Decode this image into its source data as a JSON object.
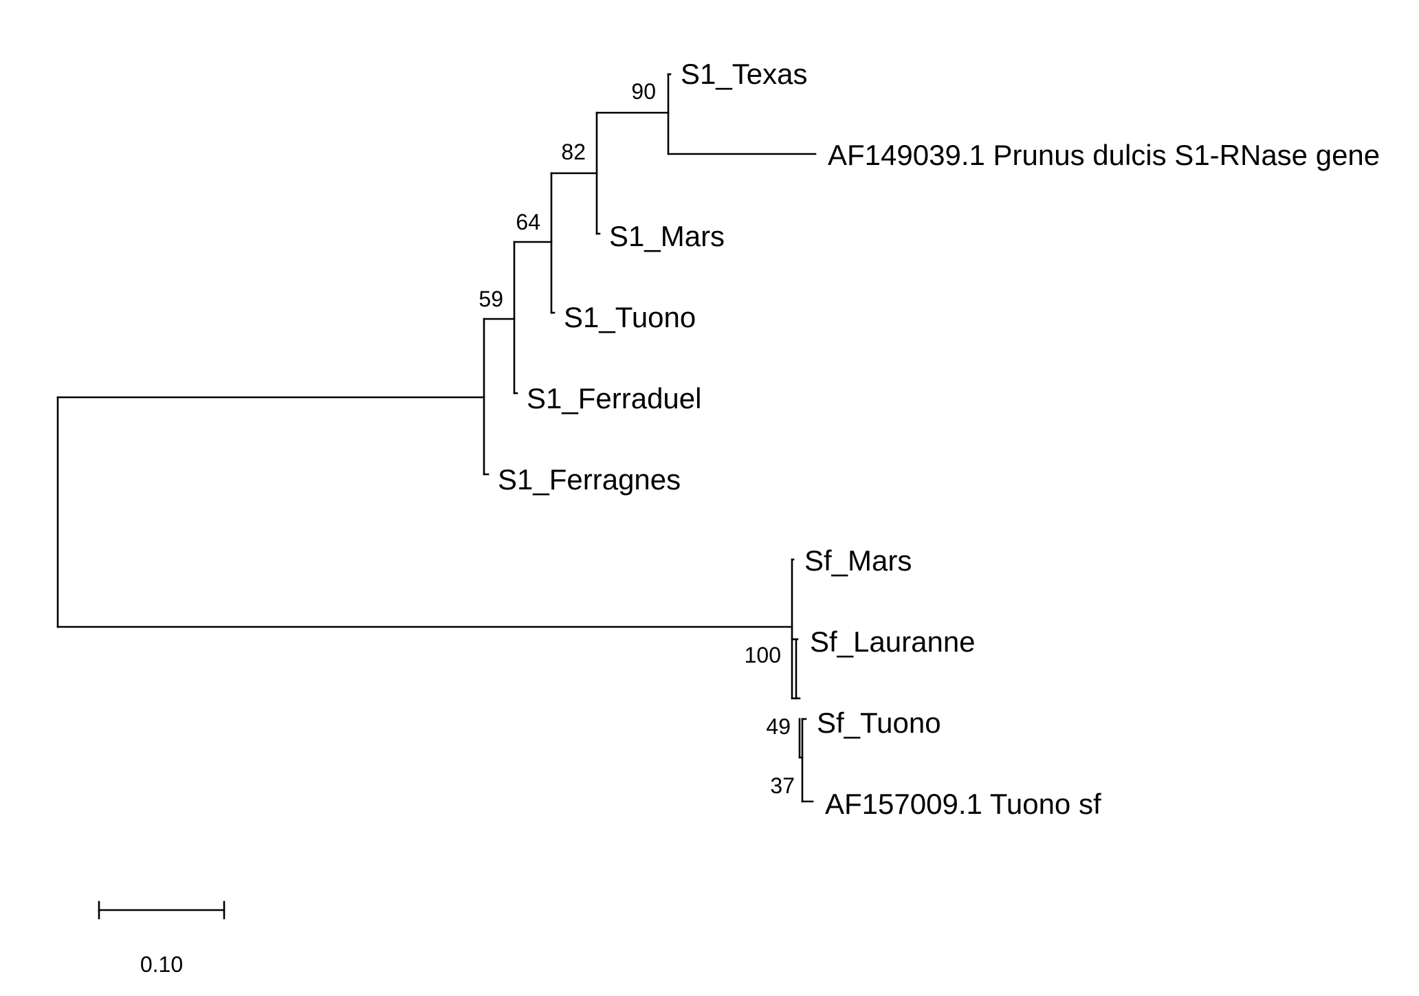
{
  "tree": {
    "type": "phylogenetic-tree",
    "leaves": [
      {
        "id": "s1_texas",
        "label": "S1_Texas"
      },
      {
        "id": "af149039",
        "label": "AF149039.1 Prunus dulcis S1-RNase gene"
      },
      {
        "id": "s1_mars",
        "label": "S1_Mars"
      },
      {
        "id": "s1_tuono",
        "label": "S1_Tuono"
      },
      {
        "id": "s1_ferraduel",
        "label": "S1_Ferraduel"
      },
      {
        "id": "s1_ferragnes",
        "label": "S1_Ferragnes"
      },
      {
        "id": "sf_mars",
        "label": "Sf_Mars"
      },
      {
        "id": "sf_lauranne",
        "label": "Sf_Lauranne"
      },
      {
        "id": "sf_tuono",
        "label": "Sf_Tuono"
      },
      {
        "id": "af157009",
        "label": "AF157009.1 Tuono sf"
      }
    ],
    "support_values": [
      {
        "id": "n90",
        "label": "90"
      },
      {
        "id": "n82",
        "label": "82"
      },
      {
        "id": "n64",
        "label": "64"
      },
      {
        "id": "n59",
        "label": "59"
      },
      {
        "id": "n100",
        "label": "100"
      },
      {
        "id": "n49",
        "label": "49"
      },
      {
        "id": "n37",
        "label": "37"
      }
    ]
  },
  "scale_bar": {
    "value": 0.1,
    "label": "0.10"
  }
}
